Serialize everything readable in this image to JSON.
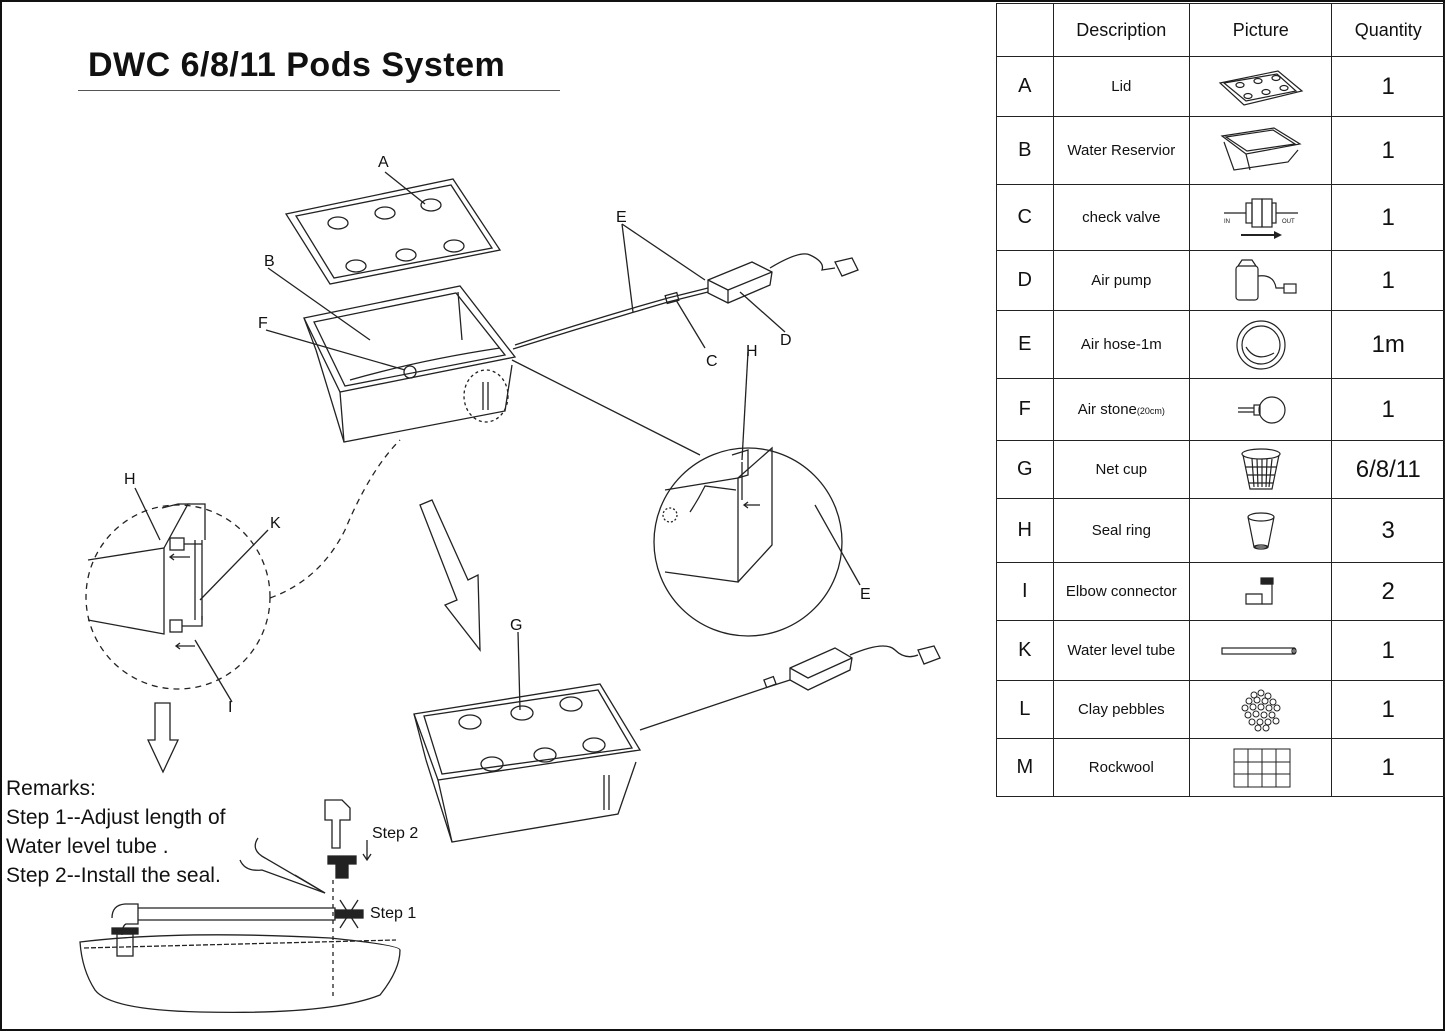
{
  "title": "DWC 6/8/11 Pods System",
  "table": {
    "headers": {
      "description": "Description",
      "picture": "Picture",
      "quantity": "Quantity"
    },
    "rows": [
      {
        "letter": "A",
        "description": "Lid",
        "icon": "lid-icon",
        "quantity": "1"
      },
      {
        "letter": "B",
        "description": "Water Reservior",
        "icon": "reservoir-icon",
        "quantity": "1"
      },
      {
        "letter": "C",
        "description": "check valve",
        "icon": "check-valve-icon",
        "quantity": "1"
      },
      {
        "letter": "D",
        "description": "Air pump",
        "icon": "air-pump-icon",
        "quantity": "1"
      },
      {
        "letter": "E",
        "description": "Air hose-1m",
        "icon": "air-hose-icon",
        "quantity": "1m"
      },
      {
        "letter": "F",
        "description": "Air stone",
        "description_suffix": "(20cm)",
        "icon": "air-stone-icon",
        "quantity": "1"
      },
      {
        "letter": "G",
        "description": "Net cup",
        "icon": "net-cup-icon",
        "quantity": "6/8/11"
      },
      {
        "letter": "H",
        "description": "Seal ring",
        "icon": "seal-ring-icon",
        "quantity": "3"
      },
      {
        "letter": "I",
        "description": "Elbow connector",
        "icon": "elbow-connector-icon",
        "quantity": "2"
      },
      {
        "letter": "K",
        "description": "Water level tube",
        "icon": "water-level-tube-icon",
        "quantity": "1"
      },
      {
        "letter": "L",
        "description": "Clay pebbles",
        "icon": "clay-pebbles-icon",
        "quantity": "1"
      },
      {
        "letter": "M",
        "description": "Rockwool",
        "icon": "rockwool-icon",
        "quantity": "1"
      }
    ]
  },
  "valve_labels": {
    "in": "IN",
    "out": "OUT"
  },
  "diagram_labels": {
    "a": "A",
    "b": "B",
    "c": "C",
    "d": "D",
    "e": "E",
    "f": "F",
    "g": "G",
    "h": "H",
    "i": "I",
    "k": "K"
  },
  "remarks": {
    "heading": "Remarks:",
    "line1": "Step 1--Adjust length of",
    "line2": "Water level tube .",
    "line3": "Step 2--Install the seal."
  },
  "steps": {
    "step1": "Step 1",
    "step2": "Step 2"
  }
}
